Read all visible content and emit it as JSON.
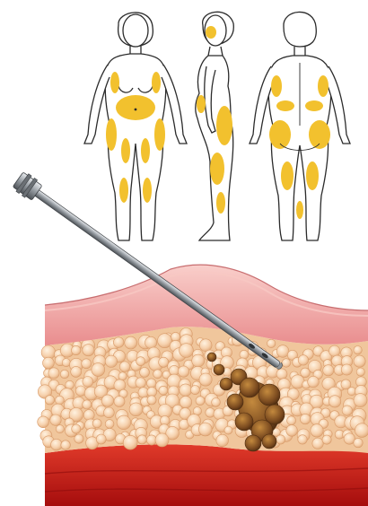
{
  "figures": [
    {
      "view": "front"
    },
    {
      "view": "side"
    },
    {
      "view": "back"
    }
  ],
  "cross_section": {
    "layers": [
      "skin",
      "fat",
      "muscle"
    ],
    "instrument": "cannula"
  },
  "colors": {
    "fat_zone": "#f2c12e",
    "outline": "#2b2b2b",
    "skin_outer": "#f6b7b5",
    "skin_inner": "#e98d8e",
    "fat_cells": "#f6d1ad",
    "muscle": "#c21313",
    "extracted_fat": "#7a4a1f",
    "cannula_metal": "#9aa0a6"
  }
}
